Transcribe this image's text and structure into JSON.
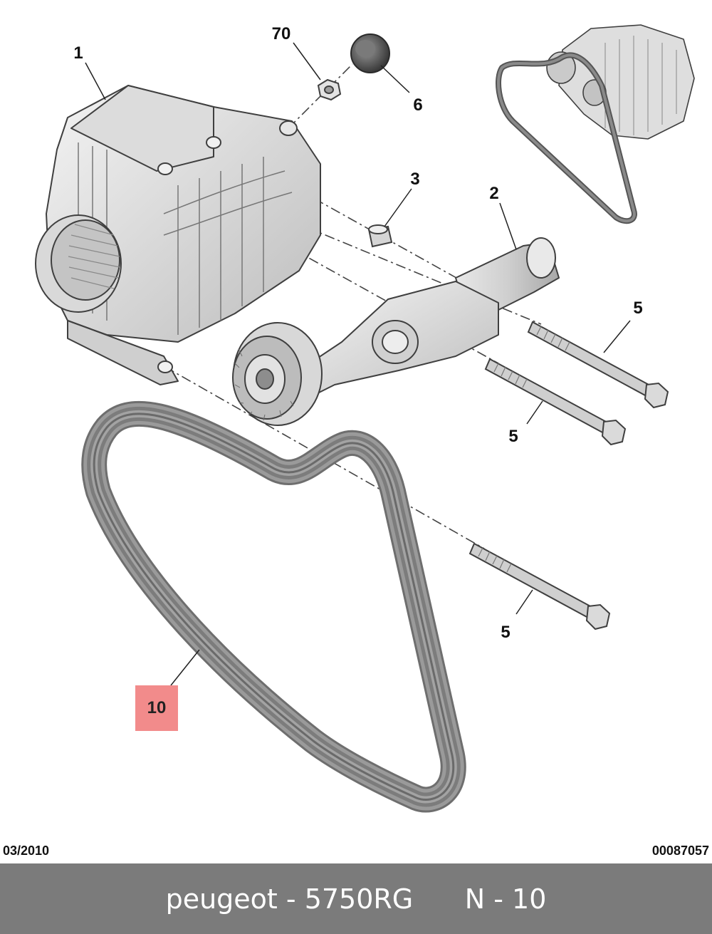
{
  "diagram": {
    "callouts": {
      "alternator": "1",
      "tensioner": "2",
      "spacer": "3",
      "bolt_top": "5",
      "bolt_mid": "5",
      "bolt_bottom": "5",
      "cap": "6",
      "nut": "70",
      "belt": "10"
    },
    "highlighted_part": "10",
    "highlight_color": "#f28b8b"
  },
  "footer": {
    "date": "03/2010",
    "reference": "00087057"
  },
  "caption": {
    "brand": "peugeot - 5750RG",
    "part": "N - 10"
  },
  "colors": {
    "caption_bg": "#7b7b7b",
    "belt": "#6e6e6e",
    "line_art": "#555555"
  }
}
